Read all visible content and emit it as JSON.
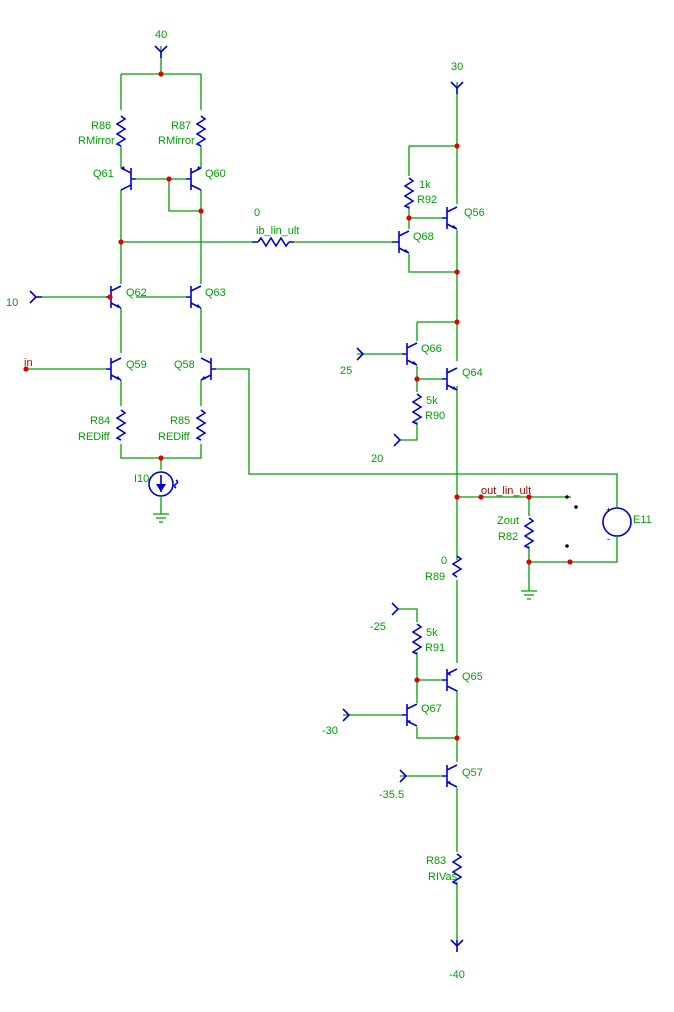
{
  "supplies": {
    "v40": "40",
    "v30": "30",
    "v10": "10",
    "v25": "25",
    "v20": "20",
    "vn25": "-25",
    "vn30": "-30",
    "vn35_5": "-35.5",
    "vn40": "-40"
  },
  "resistors": {
    "r86": {
      "ref": "R86",
      "value": "RMirror"
    },
    "r87": {
      "ref": "R87",
      "value": "RMirror"
    },
    "r84": {
      "ref": "R84",
      "value": "REDiff"
    },
    "r85": {
      "ref": "R85",
      "value": "REDiff"
    },
    "r92": {
      "ref": "R92",
      "value": "1k"
    },
    "r90": {
      "ref": "R90",
      "value": "5k"
    },
    "r82": {
      "ref": "R82",
      "value": "Zout"
    },
    "r89": {
      "ref": "R89",
      "value": "0"
    },
    "r91": {
      "ref": "R91",
      "value": "5k"
    },
    "r83": {
      "ref": "R83",
      "value": "RIVas"
    },
    "rib": {
      "value": "0"
    }
  },
  "transistors": {
    "q61": "Q61",
    "q60": "Q60",
    "q62": "Q62",
    "q63": "Q63",
    "q59": "Q59",
    "q58": "Q58",
    "q56": "Q56",
    "q68": "Q68",
    "q66": "Q66",
    "q64": "Q64",
    "q65": "Q65",
    "q67": "Q67",
    "q57": "Q57"
  },
  "sources": {
    "i10": "I10",
    "e11": "E11",
    "plus": "+",
    "minus": "-"
  },
  "nets": {
    "in": "in",
    "ib_lin_ult": "ib_lin_ult",
    "out_lin_ult": "out_lin_ult"
  },
  "colors": {
    "wire": "#00a000",
    "component": "#0000d0",
    "junction": "#e00000",
    "net_label": "#b00000"
  }
}
